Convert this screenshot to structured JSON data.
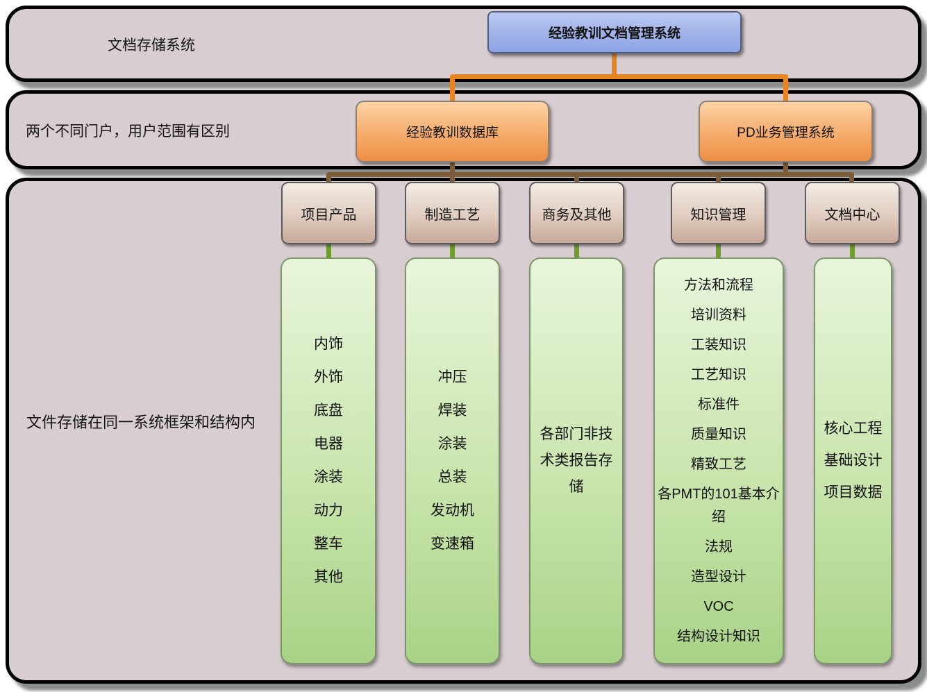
{
  "bands": [
    {
      "label": "文档存储系统"
    },
    {
      "label": "两个不同门户，用户范围有区别"
    },
    {
      "label": "文件存储在同一系统框架和结构内"
    }
  ],
  "root": {
    "title": "经验教训文档管理系统"
  },
  "portals": [
    {
      "label": "经验教训数据库"
    },
    {
      "label": "PD业务管理系统"
    }
  ],
  "columns": [
    {
      "header": "项目产品",
      "items": [
        "内饰",
        "外饰",
        "底盘",
        "电器",
        "涂装",
        "动力",
        "整车",
        "其他"
      ]
    },
    {
      "header": "制造工艺",
      "items": [
        "冲压",
        "焊装",
        "涂装",
        "总装",
        "发动机",
        "变速箱"
      ]
    },
    {
      "header": "商务及其他",
      "items": [
        "各部门非技术类报告存储"
      ]
    },
    {
      "header": "知识管理",
      "items": [
        "方法和流程",
        "培训资料",
        "工装知识",
        "工艺知识",
        "标准件",
        "质量知识",
        "精致工艺",
        "各PMT的101基本介绍",
        "法规",
        "造型设计",
        "VOC",
        "结构设计知识"
      ]
    },
    {
      "header": "文档中心",
      "items": [
        "核心工程",
        "基础设计",
        "项目数据"
      ]
    }
  ],
  "colors": {
    "band_background": "#d8cdd1",
    "band_border": "#000000",
    "root_box_fill": "#a5b6ea",
    "portal_box_fill": "#f6b275",
    "category_box_fill": "#e0cdc0",
    "list_box_fill": "#c9e5ad",
    "connector_orange": "#e8851e",
    "connector_brown": "#7d5c38",
    "connector_green": "#6f9e2a"
  }
}
